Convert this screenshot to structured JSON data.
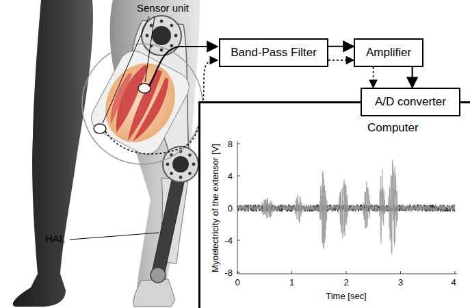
{
  "diagram": {
    "nodes": [
      {
        "text": [
          "Band-Pass Filter"
        ]
      },
      {
        "text": [
          "Amplifier"
        ]
      },
      {
        "text": [
          "Computer"
        ]
      },
      {
        "text": [
          "A/D converter"
        ],
        "in": 2
      }
    ],
    "edges": [
      {
        "from": 0,
        "to": 1,
        "arrow": "to"
      },
      {
        "from": 0,
        "to": 1,
        "arrow": "to"
      },
      {
        "from": 1,
        "to": 3,
        "arrow": "to"
      },
      {
        "from": 1,
        "to": 3,
        "arrow": "to"
      }
    ],
    "labels": [
      "Sensor unit",
      "HAL",
      "8",
      "4",
      "0",
      "-4",
      "-8",
      "0",
      "1",
      "2",
      "3",
      "4",
      "Myoelectricity of the extensor [V]",
      "Time [sec]"
    ]
  }
}
